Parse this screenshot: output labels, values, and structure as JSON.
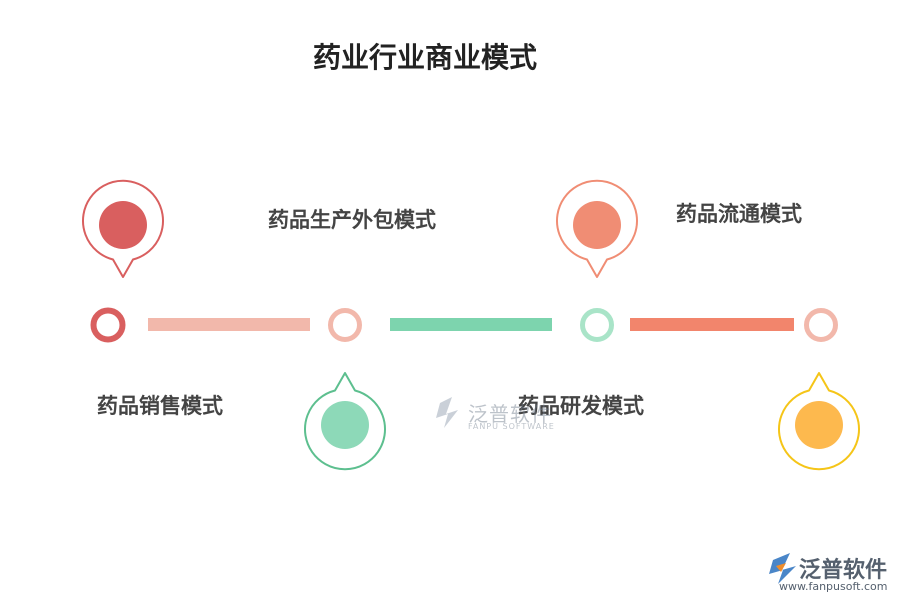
{
  "title": "药业行业商业模式",
  "items": [
    {
      "label": "药品销售模式",
      "color": "#d95f5f"
    },
    {
      "label": "药品生产外包模式",
      "color": "#8dd9b8"
    },
    {
      "label": "药品研发模式",
      "color": "#f08d74"
    },
    {
      "label": "药品流通模式",
      "color": "#fdb94e"
    }
  ],
  "watermark": {
    "brand_cn": "泛普软件",
    "brand_en": "FANPU SOFTWARE",
    "url": "www.fanpusoft.com"
  },
  "colors": {
    "seg1": "#f2b8ab",
    "seg2": "#7dd4ae",
    "seg3": "#f2856c",
    "pin4_outline": "#f5c518"
  }
}
